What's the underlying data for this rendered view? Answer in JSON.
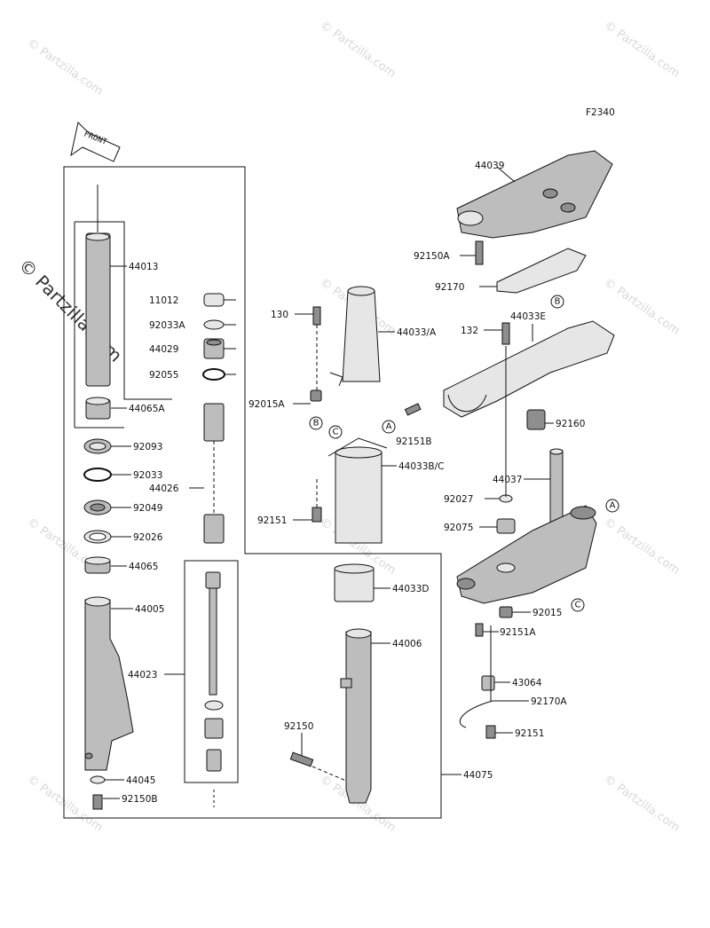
{
  "figure_code": "F2340",
  "front_label": "FRONT",
  "watermark": "© Partzilla.com",
  "parts": {
    "p44013": "44013",
    "p11012": "11012",
    "p92033A": "92033A",
    "p44029": "44029",
    "p92055": "92055",
    "p44065A": "44065A",
    "p92093": "92093",
    "p92033": "92033",
    "p44026": "44026",
    "p92049": "92049",
    "p92026": "92026",
    "p44065": "44065",
    "p44005": "44005",
    "p44023": "44023",
    "p44045": "44045",
    "p92150B": "92150B",
    "p130": "130",
    "p44033A": "44033/A",
    "p92015A": "92015A",
    "p92151B": "92151B",
    "p44033BC": "44033B/C",
    "p92151": "92151",
    "p44033D": "44033D",
    "p44006": "44006",
    "p92150": "92150",
    "p44075": "44075",
    "p44039": "44039",
    "p92150A": "92150A",
    "p92170": "92170",
    "p132": "132",
    "p44033E": "44033E",
    "p92160": "92160",
    "p44037": "44037",
    "p92027": "92027",
    "p92075": "92075",
    "p92015": "92015",
    "p92151A": "92151A",
    "p43064": "43064",
    "p92170A": "92170A",
    "p92151b": "92151"
  },
  "callouts": {
    "A": "A",
    "B": "B",
    "C": "C"
  }
}
